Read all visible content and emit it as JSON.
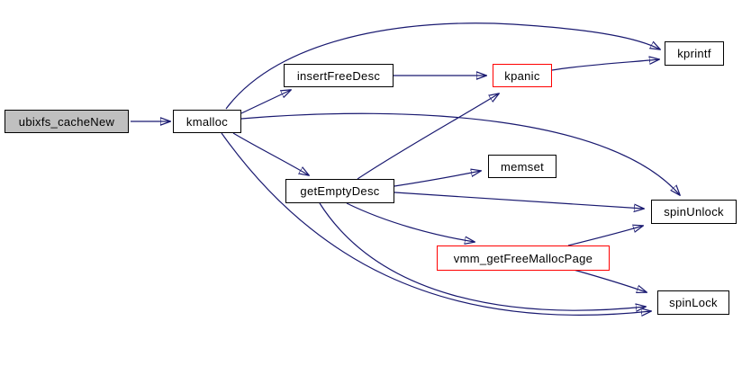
{
  "graph": {
    "kind": "function-call-graph",
    "nodes": [
      {
        "id": "ubixfs_cacheNew",
        "label": "ubixfs_cacheNew",
        "role": "focus"
      },
      {
        "id": "kmalloc",
        "label": "kmalloc",
        "role": "normal"
      },
      {
        "id": "insertFreeDesc",
        "label": "insertFreeDesc",
        "role": "normal"
      },
      {
        "id": "kpanic",
        "label": "kpanic",
        "role": "highlight"
      },
      {
        "id": "kprintf",
        "label": "kprintf",
        "role": "normal"
      },
      {
        "id": "getEmptyDesc",
        "label": "getEmptyDesc",
        "role": "normal"
      },
      {
        "id": "memset",
        "label": "memset",
        "role": "normal"
      },
      {
        "id": "spinUnlock",
        "label": "spinUnlock",
        "role": "normal"
      },
      {
        "id": "vmm_getFreeMallocPage",
        "label": "vmm_getFreeMallocPage",
        "role": "highlight"
      },
      {
        "id": "spinLock",
        "label": "spinLock",
        "role": "normal"
      }
    ],
    "edges": [
      {
        "from": "ubixfs_cacheNew",
        "to": "kmalloc"
      },
      {
        "from": "kmalloc",
        "to": "kprintf"
      },
      {
        "from": "kmalloc",
        "to": "insertFreeDesc"
      },
      {
        "from": "kmalloc",
        "to": "getEmptyDesc"
      },
      {
        "from": "kmalloc",
        "to": "spinUnlock"
      },
      {
        "from": "kmalloc",
        "to": "spinLock"
      },
      {
        "from": "insertFreeDesc",
        "to": "kpanic"
      },
      {
        "from": "kpanic",
        "to": "kprintf"
      },
      {
        "from": "getEmptyDesc",
        "to": "kpanic"
      },
      {
        "from": "getEmptyDesc",
        "to": "memset"
      },
      {
        "from": "getEmptyDesc",
        "to": "spinUnlock"
      },
      {
        "from": "getEmptyDesc",
        "to": "vmm_getFreeMallocPage"
      },
      {
        "from": "getEmptyDesc",
        "to": "spinLock"
      },
      {
        "from": "vmm_getFreeMallocPage",
        "to": "spinUnlock"
      },
      {
        "from": "vmm_getFreeMallocPage",
        "to": "spinLock"
      }
    ],
    "colors": {
      "edge": "#191970",
      "node_border": "#000000",
      "highlight_border": "#ff0000",
      "focus_fill": "#c0c0c0",
      "background": "#ffffff"
    }
  }
}
